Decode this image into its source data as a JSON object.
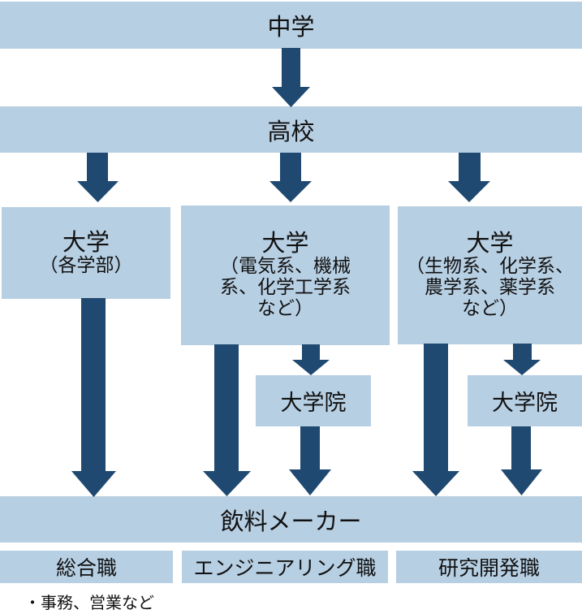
{
  "diagram": {
    "colors": {
      "box_fill": "#b7cfe3",
      "arrow_fill": "#1f4970",
      "text": "#111111"
    },
    "levels": {
      "junior_high": "中学",
      "high_school": "高校",
      "company": "飲料メーカー"
    },
    "universities": [
      {
        "title": "大学",
        "subtitle": [
          "（各学部）"
        ]
      },
      {
        "title": "大学",
        "subtitle": [
          "（電気系、機械",
          "系、化学工学系",
          "など）"
        ]
      },
      {
        "title": "大学",
        "subtitle": [
          "（生物系、化学系、",
          "農学系、薬学系",
          "など）"
        ]
      }
    ],
    "graduate_schools": [
      "大学院",
      "大学院"
    ],
    "jobs": [
      {
        "label": "総合職",
        "note": "・事務、営業など"
      },
      {
        "label": "エンジニアリング職"
      },
      {
        "label": "研究開発職"
      }
    ],
    "flows": [
      {
        "from": "中学",
        "to": "高校"
      },
      {
        "from": "高校",
        "to": "大学（各学部）"
      },
      {
        "from": "高校",
        "to": "大学（電気系、機械系、化学工学系など）"
      },
      {
        "from": "高校",
        "to": "大学（生物系、化学系、農学系、薬学系など）"
      },
      {
        "from": "大学（各学部）",
        "to": "飲料メーカー"
      },
      {
        "from": "大学（電気系、機械系、化学工学系など）",
        "to": "飲料メーカー"
      },
      {
        "from": "大学（電気系、機械系、化学工学系など）",
        "to": "大学院"
      },
      {
        "from": "大学院",
        "to": "飲料メーカー"
      },
      {
        "from": "大学（生物系、化学系、農学系、薬学系など）",
        "to": "飲料メーカー"
      },
      {
        "from": "大学（生物系、化学系、農学系、薬学系など）",
        "to": "大学院"
      },
      {
        "from": "大学院",
        "to": "飲料メーカー"
      }
    ]
  }
}
